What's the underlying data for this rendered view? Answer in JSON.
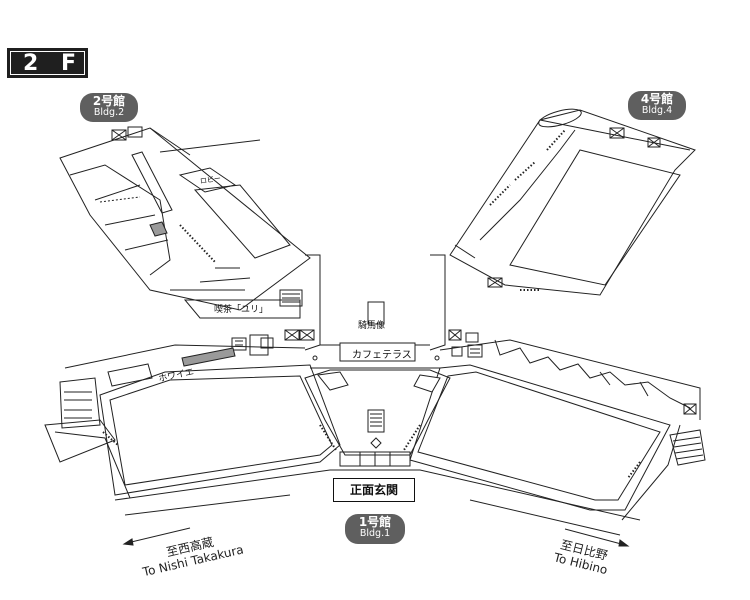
{
  "floor": {
    "number": "2",
    "letter": "F"
  },
  "buildings": {
    "bldg2": {
      "jp": "2号館",
      "en": "Bldg.2"
    },
    "bldg4": {
      "jp": "4号館",
      "en": "Bldg.4"
    },
    "bldg1": {
      "jp": "1号館",
      "en": "Bldg.1"
    }
  },
  "rooms": {
    "lobby": "ロビー",
    "cafe_yuri": "喫茶「ユリ」",
    "statue": "騎馬像",
    "cafeteria": "カフェテラス",
    "foyer": "ホワイエ",
    "main_entrance": "正面玄関"
  },
  "directions": {
    "left": {
      "jp": "至西高蔵",
      "en": "To Nishi Takakura"
    },
    "right": {
      "jp": "至日比野",
      "en": "To Hibino"
    }
  },
  "colors": {
    "ink": "#222222",
    "badge": "#1f1f1f",
    "pill": "#5f5f5f",
    "highlight": "#9a9a9a"
  }
}
